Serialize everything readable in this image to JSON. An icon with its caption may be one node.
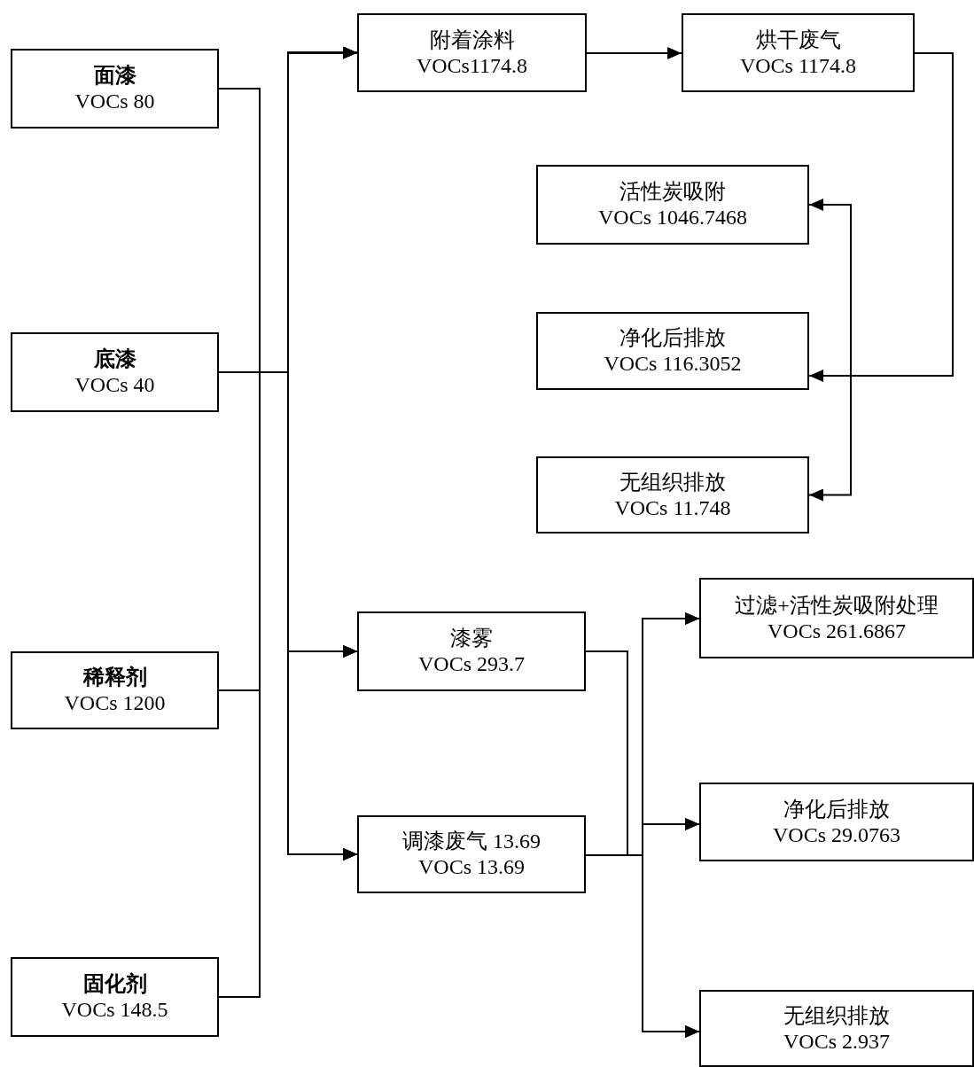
{
  "diagram": {
    "nodes": [
      {
        "text": [
          "面漆",
          "VOCs 80"
        ]
      },
      {
        "text": [
          "底漆",
          "VOCs 40"
        ]
      },
      {
        "text": [
          "稀释剂",
          "VOCs 1200"
        ]
      },
      {
        "text": [
          "固化剂",
          "VOCs 148.5"
        ]
      },
      {
        "text": [
          "附着涂料",
          "VOCs1174.8"
        ]
      },
      {
        "text": [
          "烘干废气",
          "VOCs 1174.8"
        ]
      },
      {
        "text": [
          "活性炭吸附",
          "VOCs 1046.7468"
        ]
      },
      {
        "text": [
          "净化后排放",
          "VOCs 116.3052"
        ]
      },
      {
        "text": [
          "无组织排放",
          "VOCs 11.748"
        ]
      },
      {
        "text": [
          "漆雾",
          "VOCs 293.7"
        ]
      },
      {
        "text": [
          "调漆废气 13.69",
          "VOCs 13.69"
        ]
      },
      {
        "text": [
          "过滤+活性炭吸附处理",
          "VOCs 261.6867"
        ]
      },
      {
        "text": [
          "净化后排放",
          "VOCs 29.0763"
        ]
      },
      {
        "text": [
          "无组织排放",
          "VOCs 2.937"
        ]
      }
    ],
    "edges": [
      {
        "from": 0,
        "to": 4,
        "arrow": "to"
      },
      {
        "from": 0,
        "to": 9,
        "arrow": "to"
      },
      {
        "from": 0,
        "to": 10,
        "arrow": "to"
      },
      {
        "from": 1,
        "to": 4,
        "arrow": "to"
      },
      {
        "from": 1,
        "to": 9,
        "arrow": "to"
      },
      {
        "from": 1,
        "to": 10,
        "arrow": "to"
      },
      {
        "from": 2,
        "to": 4,
        "arrow": "to"
      },
      {
        "from": 2,
        "to": 9,
        "arrow": "to"
      },
      {
        "from": 2,
        "to": 10,
        "arrow": "to"
      },
      {
        "from": 3,
        "to": 4,
        "arrow": "to"
      },
      {
        "from": 3,
        "to": 9,
        "arrow": "to"
      },
      {
        "from": 3,
        "to": 10,
        "arrow": "to"
      },
      {
        "from": 4,
        "to": 5,
        "arrow": "to"
      },
      {
        "from": 5,
        "to": 6,
        "arrow": "to"
      },
      {
        "from": 5,
        "to": 7,
        "arrow": "to"
      },
      {
        "from": 5,
        "to": 8,
        "arrow": "to"
      },
      {
        "from": 9,
        "to": 11,
        "arrow": "to"
      },
      {
        "from": 9,
        "to": 12,
        "arrow": "to"
      },
      {
        "from": 9,
        "to": 13,
        "arrow": "to"
      },
      {
        "from": 10,
        "to": 11,
        "arrow": "to"
      },
      {
        "from": 10,
        "to": 12,
        "arrow": "to"
      },
      {
        "from": 10,
        "to": 13,
        "arrow": "to"
      }
    ]
  }
}
